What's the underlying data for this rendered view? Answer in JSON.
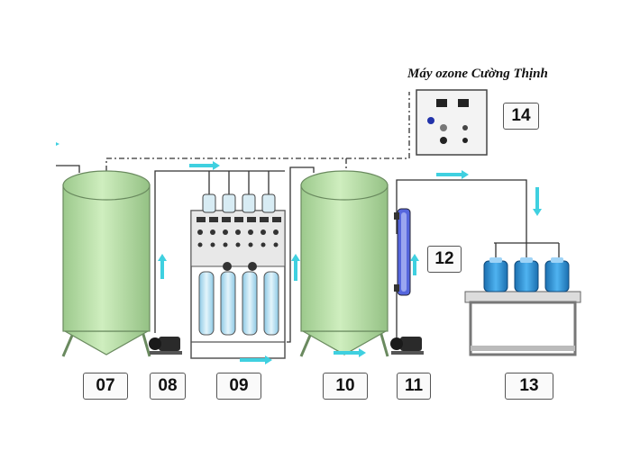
{
  "title": "Máy ozone Cường Thịnh",
  "labels": {
    "l07": "07",
    "l08": "08",
    "l09": "09",
    "l10": "10",
    "l11": "11",
    "l12": "12",
    "l13": "13",
    "l14": "14"
  },
  "colors": {
    "tank": "#b9dfa9",
    "tank_stroke": "#6a8a5f",
    "flow_arrow": "#3fd0e0",
    "pipe": "#333333",
    "membrane": "#b8dff0",
    "uv_lamp": "#5566dd",
    "bottle": "#2a8fd8"
  }
}
